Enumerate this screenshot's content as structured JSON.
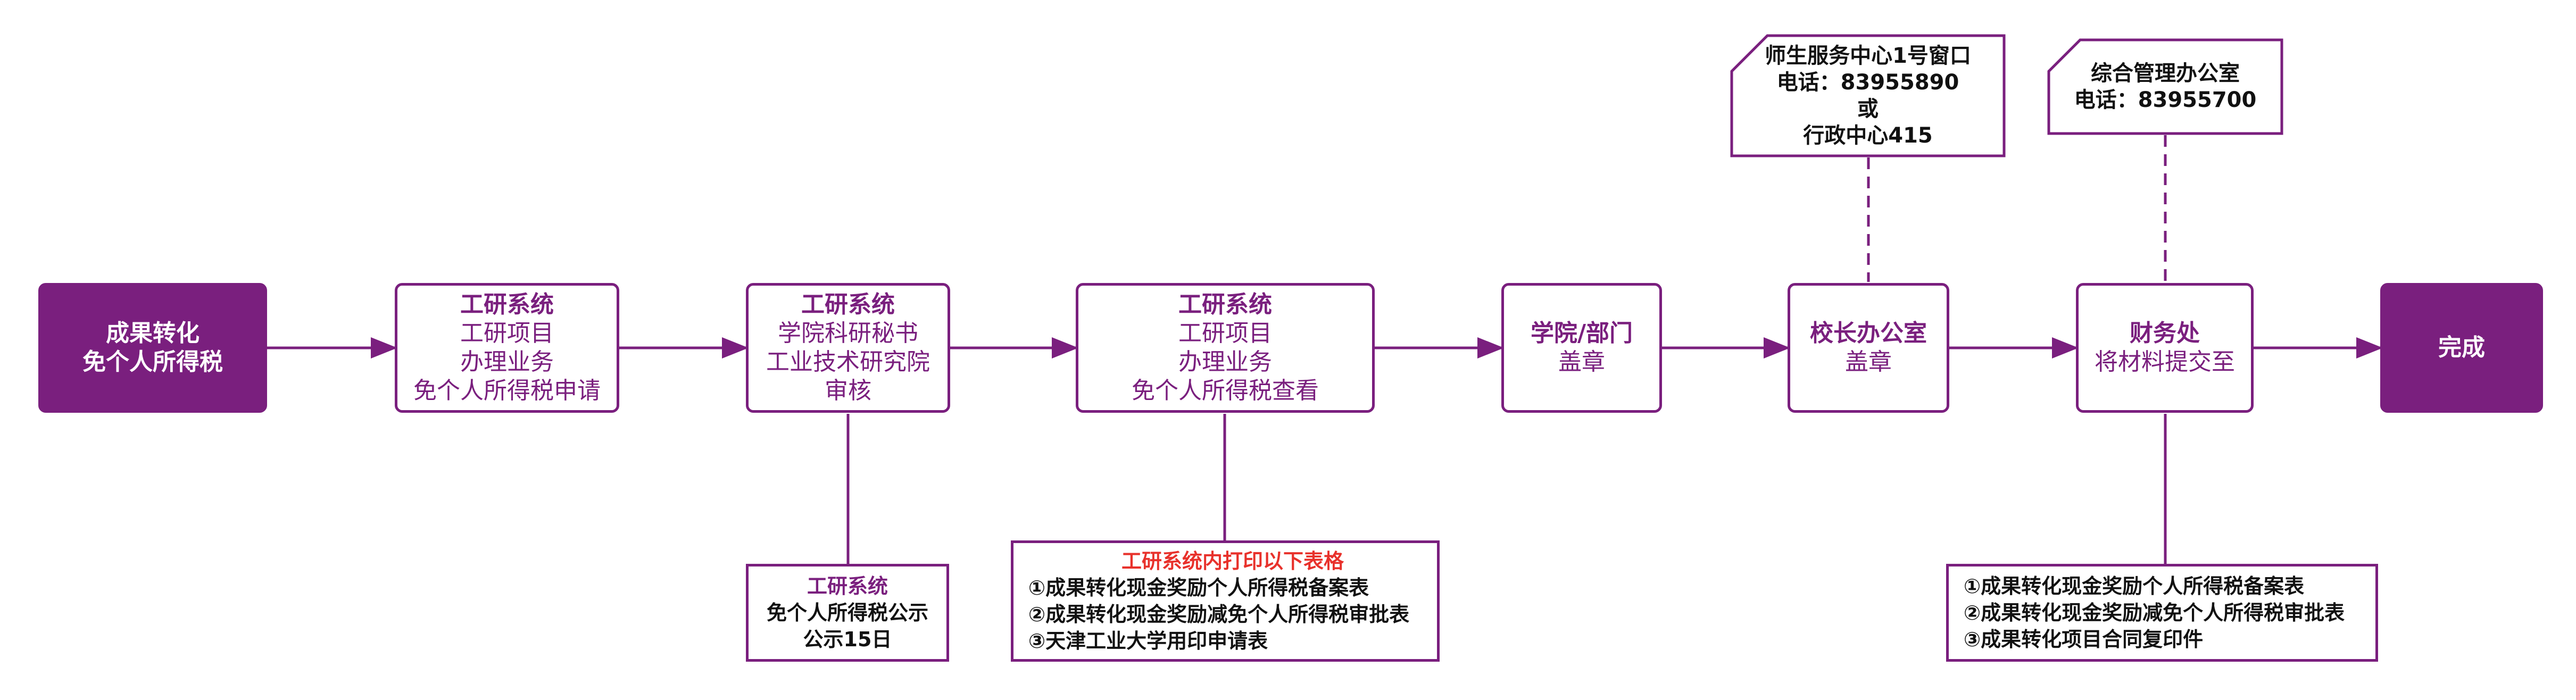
{
  "colors": {
    "primary": "#7a1f7e",
    "highlight": "#e8312b",
    "text": "#111111",
    "background": "#ffffff"
  },
  "nodes": {
    "start": {
      "lines": [
        "成果转化",
        "免个人所得税"
      ]
    },
    "apply": {
      "title": "工研系统",
      "lines": [
        "工研项目",
        "办理业务",
        "免个人所得税申请"
      ]
    },
    "review": {
      "title": "工研系统",
      "lines": [
        "学院科研秘书",
        "工业技术研究院",
        "审核"
      ]
    },
    "view": {
      "title": "工研系统",
      "lines": [
        "工研项目",
        "办理业务",
        "免个人所得税查看"
      ]
    },
    "college": {
      "title": "学院/部门",
      "lines": [
        "盖章"
      ]
    },
    "president": {
      "title": "校长办公室",
      "lines": [
        "盖章"
      ]
    },
    "finance": {
      "title": "财务处",
      "lines": [
        "将材料提交至"
      ]
    },
    "end": {
      "lines": [
        "完成"
      ]
    }
  },
  "notes": {
    "publicity": {
      "title": "工研系统",
      "lines": [
        "免个人所得税公示",
        "公示15日"
      ]
    },
    "print_forms": {
      "title": "工研系统内打印以下表格",
      "lines": [
        "①成果转化现金奖励个人所得税备案表",
        "②成果转化现金奖励减免个人所得税审批表",
        "③天津工业大学用印申请表"
      ]
    },
    "finance_materials": {
      "lines": [
        "①成果转化现金奖励个人所得税备案表",
        "②成果转化现金奖励减免个人所得税审批表",
        "③成果转化项目合同复印件"
      ]
    }
  },
  "callouts": {
    "service_center": {
      "lines": [
        "师生服务中心1号窗口",
        "电话：83955890",
        "或",
        "行政中心415"
      ]
    },
    "general_office": {
      "lines": [
        "综合管理办公室",
        "电话：83955700"
      ]
    }
  }
}
